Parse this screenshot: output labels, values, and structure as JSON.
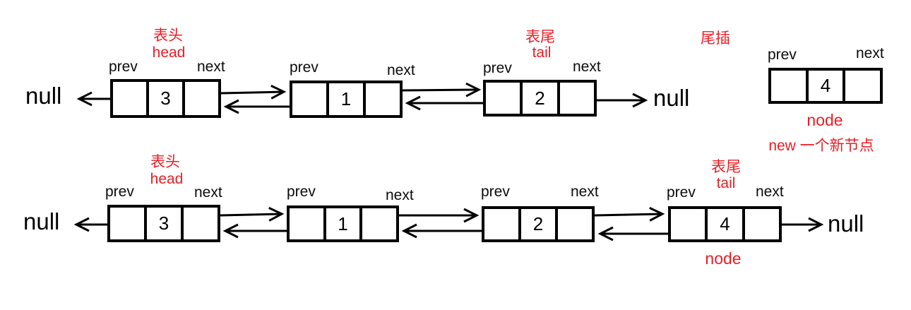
{
  "colors": {
    "annotation_red": "#ed1c24",
    "ink_black": "#000000"
  },
  "labels": {
    "prev": "prev",
    "next": "next",
    "null": "null",
    "head_cn": "表头",
    "head_en": "head",
    "tail_cn": "表尾",
    "tail_en": "tail",
    "tail_insert": "尾插",
    "node": "node",
    "new_node_note": "new 一个新节点"
  },
  "list_before": {
    "node_values": [
      "3",
      "1",
      "2"
    ]
  },
  "new_node_value": "4",
  "list_after": {
    "node_values": [
      "3",
      "1",
      "2",
      "4"
    ]
  }
}
